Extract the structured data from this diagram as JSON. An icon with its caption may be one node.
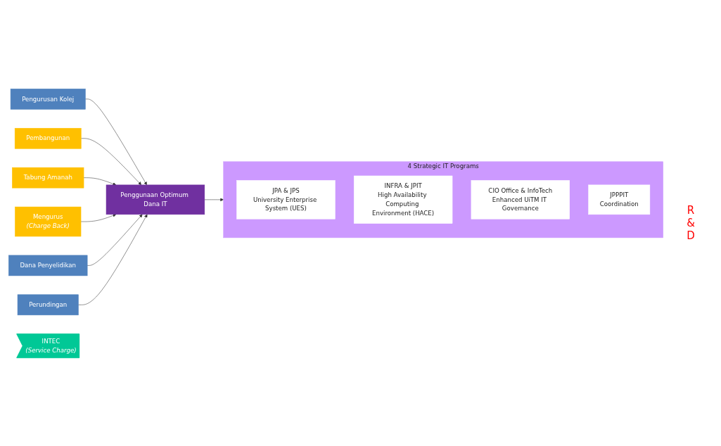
{
  "diagram": {
    "nodes": [
      {
        "text": [
          "Pengurusan Kolej"
        ]
      },
      {
        "text": [
          "Pembangunan"
        ]
      },
      {
        "text": [
          "Tabung Amanah"
        ]
      },
      {
        "text": [
          "Mengurus",
          "(Charge Back)"
        ]
      },
      {
        "text": [
          "Dana Penyelidikan"
        ]
      },
      {
        "text": [
          "Perundingan"
        ]
      },
      {
        "text": [
          "INTEC",
          "(Service Charge)"
        ]
      },
      {
        "text": [
          "Penggunaan Optimum Dana IT"
        ]
      },
      {
        "text": [
          "4 Strategic IT Programs"
        ]
      },
      {
        "text": [
          "JPA & JPS",
          "University Enterprise System (UES)"
        ],
        "in": 8
      },
      {
        "text": [
          "INFRA & JPIT",
          "High Availability Computing Environment (HACE)"
        ],
        "in": 8
      },
      {
        "text": [
          "CIO Office & InfoTech",
          "Enhanced UiTM IT Governance"
        ],
        "in": 8
      },
      {
        "text": [
          "JPPPIT",
          "Coordination"
        ],
        "in": 8
      }
    ],
    "edges": [
      {
        "from": 0,
        "to": 7,
        "arrow": "to"
      },
      {
        "from": 1,
        "to": 7,
        "arrow": "to"
      },
      {
        "from": 2,
        "to": 7,
        "arrow": "to"
      },
      {
        "from": 3,
        "to": 7,
        "arrow": "to"
      },
      {
        "from": 4,
        "to": 7,
        "arrow": "to"
      },
      {
        "from": 5,
        "to": 7,
        "arrow": "to"
      },
      {
        "from": 7,
        "to": 8,
        "arrow": "to"
      }
    ],
    "labels": [
      "R & D"
    ]
  }
}
